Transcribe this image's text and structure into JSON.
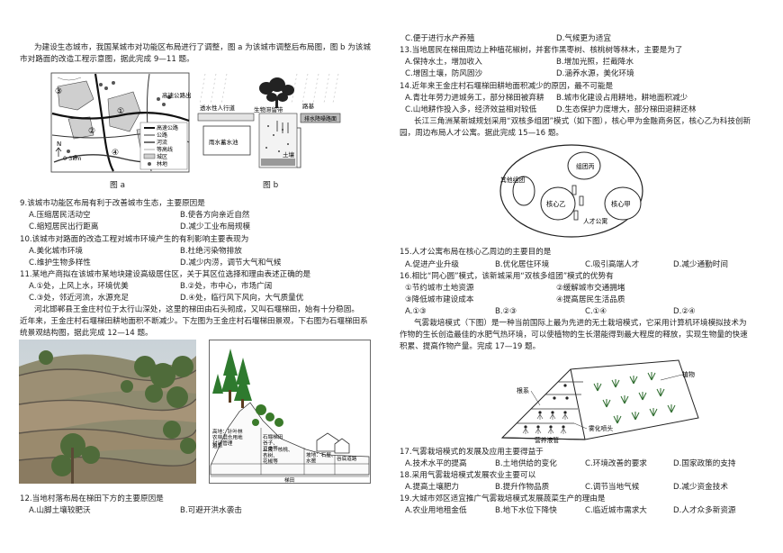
{
  "left": {
    "intro_9_11": [
      "为建设生态城市，我国某城市对功能区布局进行了调整，图 a 为该城市调整后布局图，图 b 为该城",
      "市对路面的改造工程示意图，据此完成 9—11 题。"
    ],
    "figure_a": {
      "caption": "图 a",
      "numbers": [
        "③",
        "①",
        "②",
        "④"
      ],
      "label_highway_exit": "高速公路出入口",
      "compass": "N",
      "scale": "0  3km",
      "legend": [
        "高速公路",
        "公路",
        "河流",
        "等高线",
        "城区",
        "林地"
      ]
    },
    "figure_b": {
      "caption": "图 b",
      "label_permeable_walk": "透水性人行道",
      "label_eco_strip": "生物滞留带",
      "label_road": "路基",
      "label_drain_road": "排水降噪路面",
      "label_rain_pool": "雨水蓄水池",
      "label_soil": "土壤"
    },
    "q9": {
      "stem": "9.该城市功能区布局有利于改善城市生态，主要原因是",
      "A": "A.压缩居民活动空",
      "B": "B.使各方向亲近自然",
      "C": "C.缩短居民出行距离",
      "D": "D.减少工业布局规模"
    },
    "q10": {
      "stem": "10.该城市对路面的改造工程对城市环境产生的有利影响主要表现为",
      "A": "A.美化城市环境",
      "B": "B.杜绝污染物排放",
      "C": "C.维护生物多样性",
      "D": "D.减少内涝，调节大气和气候"
    },
    "q11": {
      "stem": "11.某地产商拟在该城市某地块建设高级居住区，关于其区位选择和理由表述正确的是",
      "A": "A.①处，上风上水，环境优美",
      "B": "B.②处，市中心，市场广阔",
      "C": "C.③处，邻近河流，水源充足",
      "D": "D.④处，临行风下风向，大气质量优"
    },
    "intro_12_14": [
      "河北邯郸县王金庄村位于太行山深处，这里的梯田由石头砌成，又叫石堰梯田，始有十分稳固。",
      "近年来，王金庄村石堰梯田耕地面积不断减少。下左图为王金庄村石堰梯田景观，下右图为石堰梯田系",
      "统景观结构图，据此完成 12—14 题。"
    ],
    "diagram_labels": {
      "peak": "高地：针叶林\n农林混合用地\n封闭管理",
      "terrace": "石堰梯田\n谷子、\n豆类等",
      "orchard": "丘陵：核桃、\n杏树、\n花椒等",
      "village": "坡地：石屋、\n水窖",
      "valley": "谷底道路",
      "bottom_left": "遍系",
      "bottom": "梯田"
    },
    "q12": {
      "stem": "12.当地村落布局在梯田下方的主要原因是",
      "A": "A.山脚土壤较肥沃",
      "B": "B.可避开洪水袭击"
    }
  },
  "right": {
    "q11_tail": {
      "C": "C.便于进行水产养殖",
      "D": "D.气候更为适宜"
    },
    "q13": {
      "stem": "13.当地居民在梯田周边上种植花椒树，并套作黑枣树、核桃树等林木，主要是为了",
      "A": "A.保持水土，增加收入",
      "B": "B.增加光照，拦截降水",
      "C": "C.增固土壤，防风固沙",
      "D": "D.涵养水源，美化环境"
    },
    "q14": {
      "stem": "14.近年来王金庄村石堰梯田耕地面积减少的原因，最不可能是",
      "A": "A.青壮年劳力进城务工，部分梯田被弃耕",
      "B": "B.城市化建设占用耕地，耕地面积减少",
      "C": "C.山地耕作投入多，经济效益相对较低",
      "D": "D.生态保护力度增大，部分梯田退耕还林"
    },
    "intro_15_16": [
      "长江三角洲某新城规划采用“双核多组团”模式（如下图），核心甲为金融商务区，核心乙为科技创新",
      "园，周边布局人才公寓。据此完成 15—16 题。"
    ],
    "ellipse_labels": {
      "group_a": "组团丙",
      "group_other": "其他组团",
      "core_b": "核心乙",
      "core_a": "核心甲",
      "talent": "人才公寓"
    },
    "q15": {
      "stem": "15.人才公寓布局在核心乙周边的主要目的是",
      "A": "A.促进产业升级",
      "B": "B.优化居住环境",
      "C": "C.吸引高端人才",
      "D": "D.减少通勤时间"
    },
    "q16": {
      "stem": "16.相比“同心圆”模式，该新城采用“双核多组团”模式的优势有",
      "o1": "①节约城市土地资源",
      "o2": "②缓解城市交通拥堵",
      "o3": "③降低城市建设成本",
      "o4": "④提高居民生活品质",
      "A": "A.①③",
      "B": "B.②③",
      "C": "C.①④",
      "D": "D.②④"
    },
    "intro_17_19": [
      "气雾栽培模式（下图）是一种当前国际上最为先进的无土栽培模式，它采用计算机环境模拟技术为",
      "作物的生长创造最佳的水肥气热环境，可以使植物的生长潜能得到最大程度的释放，实现生物量的快速",
      "积累、提高作物产量。完成 17—19 题。"
    ],
    "aero_labels": {
      "plant": "植物",
      "root": "根系",
      "pipe": "营养液管",
      "nozzle": "雾化喷头"
    },
    "q17": {
      "stem": "17.气雾栽培模式的发展及应用主要得益于",
      "A": "A.技术水平的提高",
      "B": "B.土地供给的变化",
      "C": "C.环境改善的要求",
      "D": "D.国家政策的支持"
    },
    "q18": {
      "stem": "18.采用气雾栽培模式发展农业主要可以",
      "A": "A.提高土壤肥力",
      "B": "B.提升作物品质",
      "C": "C.调节当地气候",
      "D": "D.减少资金技术"
    },
    "q19": {
      "stem": "19.大城市郊区适宜推广气雾栽培模式发展蔬菜生产的理由是",
      "A": "A.农业用地租金低",
      "B": "B.地下水位下降快",
      "C": "C.临近城市需求大",
      "D": "D.人才众多新资源"
    }
  }
}
